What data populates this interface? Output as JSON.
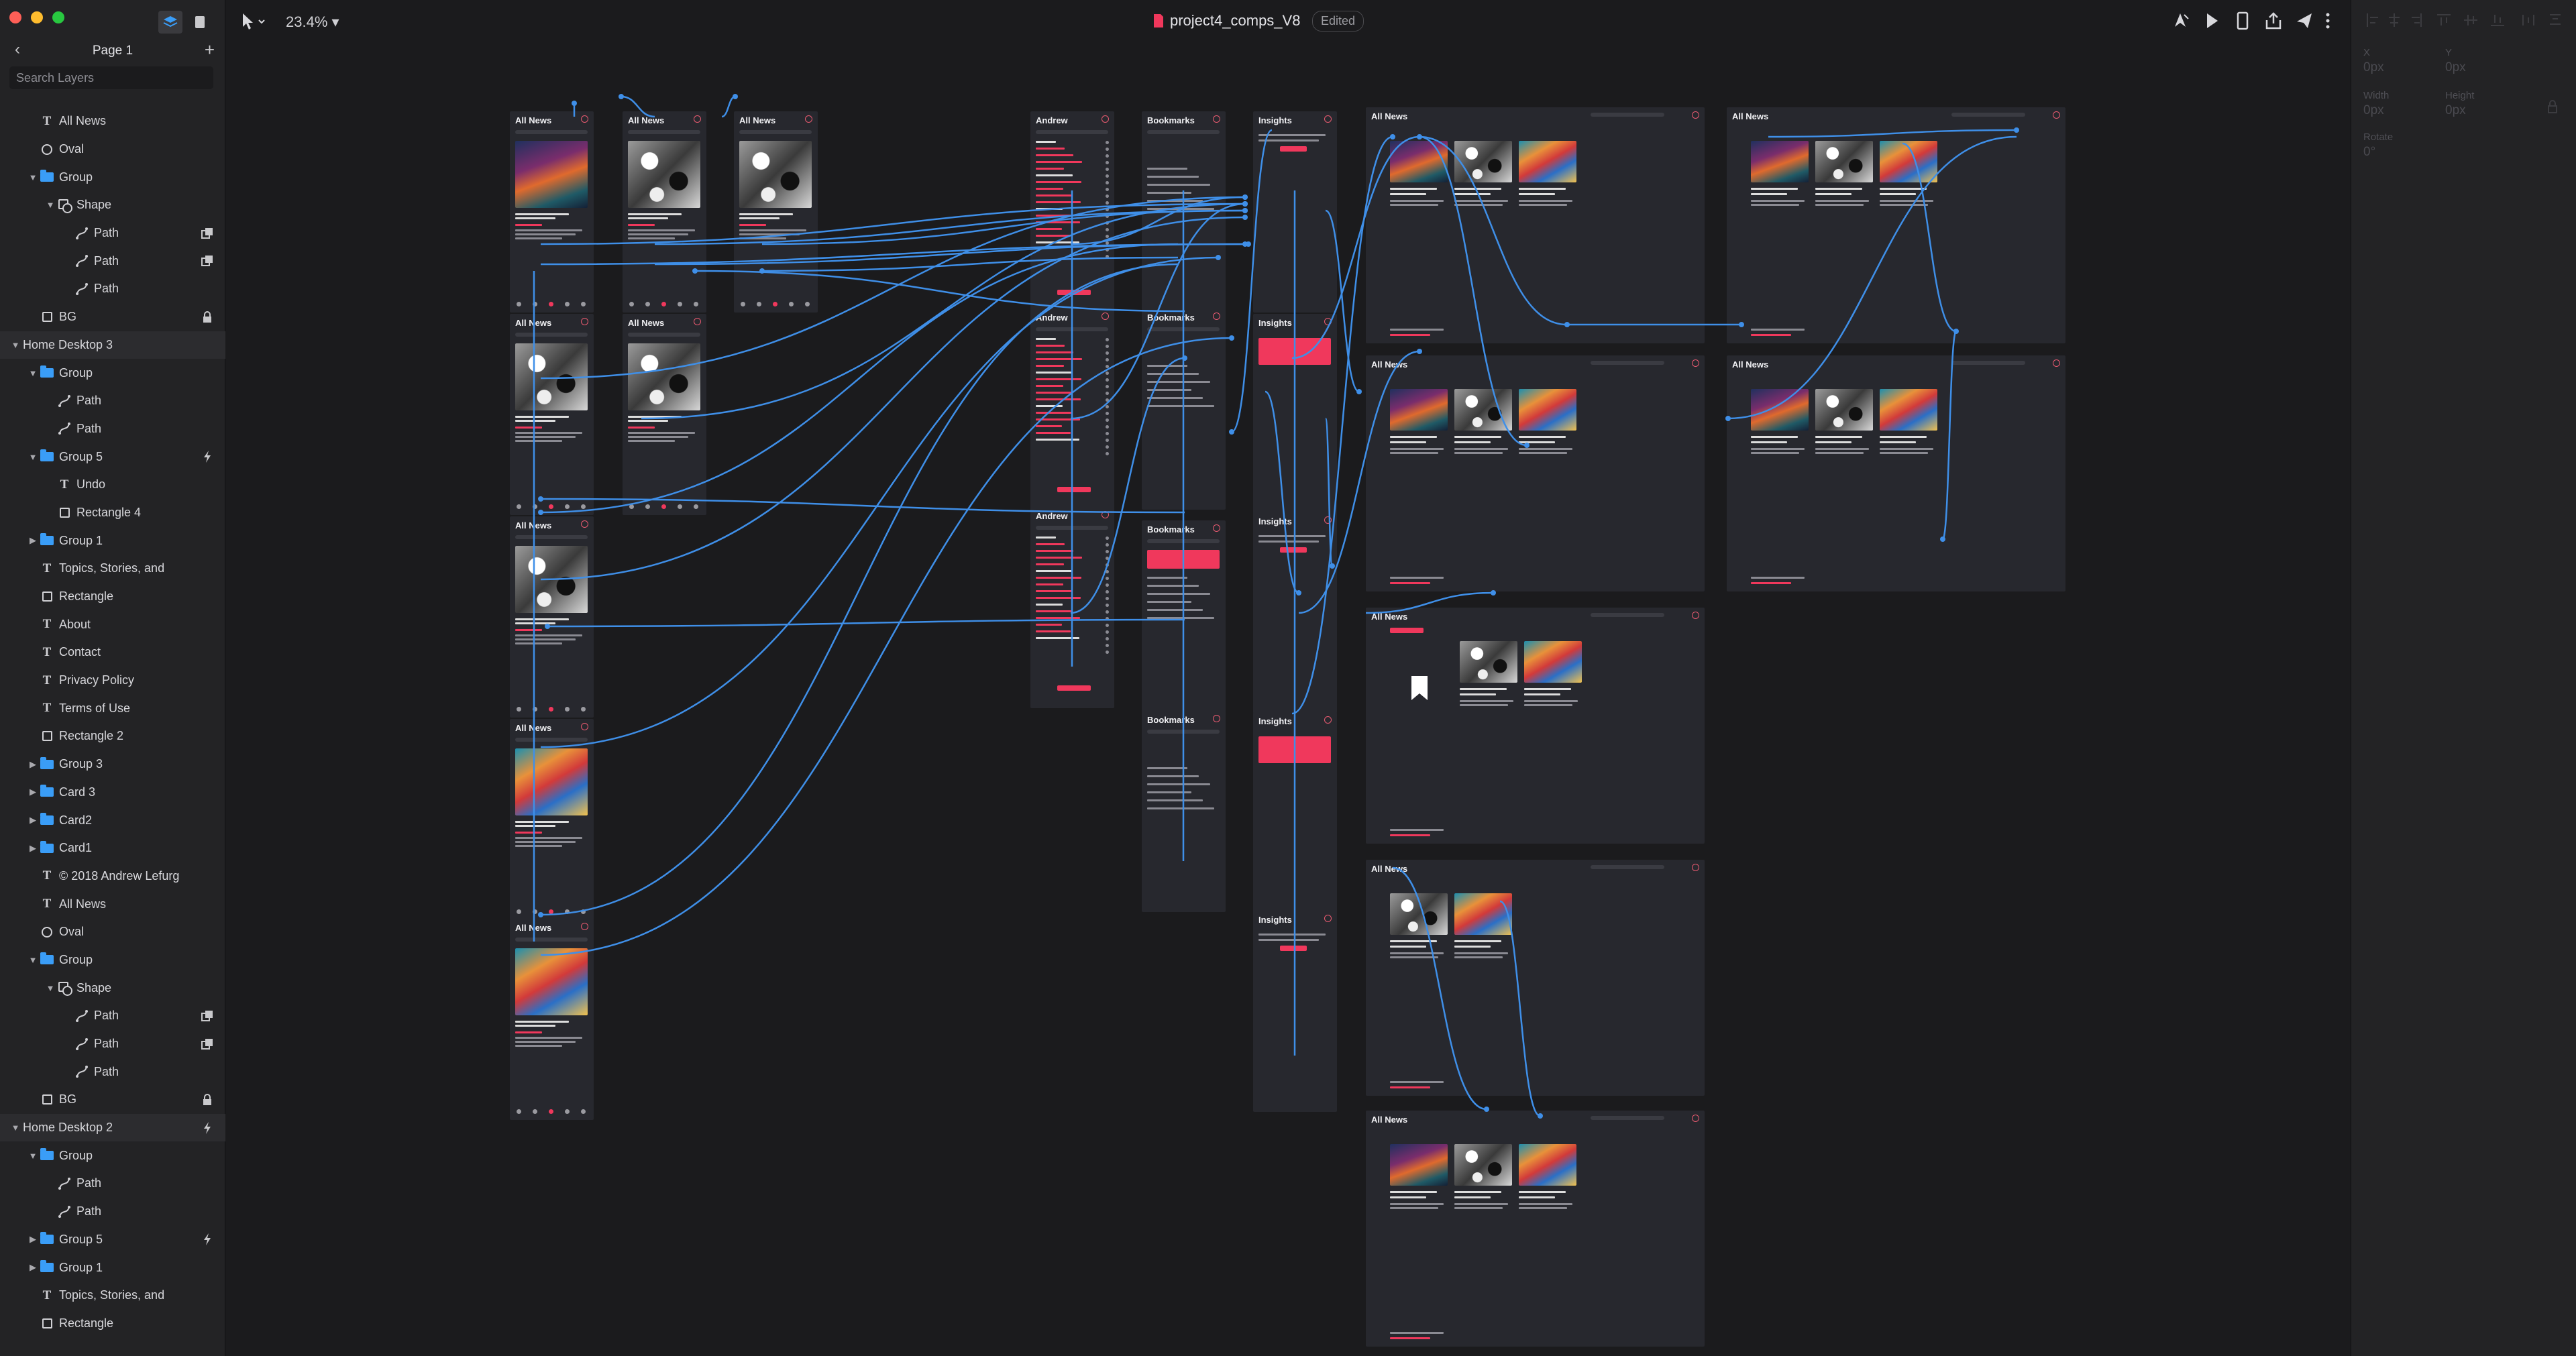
{
  "window": {
    "traffic_lights": [
      "#fe5f57",
      "#febc2e",
      "#28c840"
    ],
    "document_title": "project4_comps_V8",
    "status_badge": "Edited",
    "zoom": "23.4%"
  },
  "left_panel": {
    "page_name": "Page 1",
    "search_placeholder": "Search Layers",
    "layers": [
      {
        "label": "All News",
        "type": "text",
        "depth": 1
      },
      {
        "label": "Oval",
        "type": "oval",
        "depth": 1
      },
      {
        "label": "Group",
        "type": "group",
        "depth": 1,
        "expanded": true
      },
      {
        "label": "Shape",
        "type": "shape",
        "depth": 2,
        "expanded": true
      },
      {
        "label": "Path",
        "type": "path",
        "depth": 3,
        "mask": true
      },
      {
        "label": "Path",
        "type": "path",
        "depth": 3,
        "mask": true
      },
      {
        "label": "Path",
        "type": "path",
        "depth": 3
      },
      {
        "label": "BG",
        "type": "rect",
        "depth": 1,
        "locked": true
      },
      {
        "label": "Home Desktop 3",
        "type": "artboard",
        "depth": 0,
        "expanded": true
      },
      {
        "label": "Group",
        "type": "group",
        "depth": 1,
        "expanded": true
      },
      {
        "label": "Path",
        "type": "path",
        "depth": 2
      },
      {
        "label": "Path",
        "type": "path",
        "depth": 2
      },
      {
        "label": "Group 5",
        "type": "group",
        "depth": 1,
        "expanded": true,
        "interaction": true
      },
      {
        "label": "Undo",
        "type": "text",
        "depth": 2
      },
      {
        "label": "Rectangle 4",
        "type": "rect",
        "depth": 2
      },
      {
        "label": "Group 1",
        "type": "group",
        "depth": 1
      },
      {
        "label": "Topics, Stories, and",
        "type": "text",
        "depth": 1
      },
      {
        "label": "Rectangle",
        "type": "rect",
        "depth": 1
      },
      {
        "label": "About",
        "type": "text",
        "depth": 1
      },
      {
        "label": "Contact",
        "type": "text",
        "depth": 1
      },
      {
        "label": "Privacy Policy",
        "type": "text",
        "depth": 1
      },
      {
        "label": "Terms of Use",
        "type": "text",
        "depth": 1
      },
      {
        "label": "Rectangle 2",
        "type": "rect",
        "depth": 1
      },
      {
        "label": "Group 3",
        "type": "group",
        "depth": 1
      },
      {
        "label": "Card 3",
        "type": "group",
        "depth": 1
      },
      {
        "label": "Card2",
        "type": "group",
        "depth": 1
      },
      {
        "label": "Card1",
        "type": "group",
        "depth": 1
      },
      {
        "label": "© 2018 Andrew Lefurg",
        "type": "text",
        "depth": 1
      },
      {
        "label": "All News",
        "type": "text",
        "depth": 1
      },
      {
        "label": "Oval",
        "type": "oval",
        "depth": 1
      },
      {
        "label": "Group",
        "type": "group",
        "depth": 1,
        "expanded": true
      },
      {
        "label": "Shape",
        "type": "shape",
        "depth": 2,
        "expanded": true
      },
      {
        "label": "Path",
        "type": "path",
        "depth": 3,
        "mask": true
      },
      {
        "label": "Path",
        "type": "path",
        "depth": 3,
        "mask": true
      },
      {
        "label": "Path",
        "type": "path",
        "depth": 3
      },
      {
        "label": "BG",
        "type": "rect",
        "depth": 1,
        "locked": true
      },
      {
        "label": "Home Desktop 2",
        "type": "artboard",
        "depth": 0,
        "expanded": true,
        "interaction": true
      },
      {
        "label": "Group",
        "type": "group",
        "depth": 1,
        "expanded": true
      },
      {
        "label": "Path",
        "type": "path",
        "depth": 2
      },
      {
        "label": "Path",
        "type": "path",
        "depth": 2
      },
      {
        "label": "Group 5",
        "type": "group",
        "depth": 1,
        "interaction": true
      },
      {
        "label": "Group 1",
        "type": "group",
        "depth": 1
      },
      {
        "label": "Topics, Stories, and",
        "type": "text",
        "depth": 1
      },
      {
        "label": "Rectangle",
        "type": "rect",
        "depth": 1
      }
    ]
  },
  "inspector": {
    "x_label": "X",
    "x_value": "0px",
    "y_label": "Y",
    "y_value": "0px",
    "width_label": "Width",
    "width_value": "0px",
    "height_label": "Height",
    "height_value": "0px",
    "rotate_label": "Rotate",
    "rotate_value": "0°"
  },
  "canvas": {
    "artboards": [
      {
        "title": "All News",
        "kind": "mobile",
        "img": "city"
      },
      {
        "title": "All News",
        "kind": "mobile",
        "img": "bw"
      },
      {
        "title": "All News",
        "kind": "mobile",
        "img": "bw"
      },
      {
        "title": "All News",
        "kind": "mobile",
        "img": "bw"
      },
      {
        "title": "All News",
        "kind": "mobile",
        "img": "bw"
      },
      {
        "title": "All News",
        "kind": "mobile",
        "img": "bw"
      },
      {
        "title": "All News",
        "kind": "mobile",
        "img": "art"
      },
      {
        "title": "All News",
        "kind": "mobile",
        "img": "art"
      },
      {
        "title": "Andrew",
        "kind": "menu"
      },
      {
        "title": "Andrew",
        "kind": "menu"
      },
      {
        "title": "Andrew",
        "kind": "menu"
      },
      {
        "title": "Bookmarks",
        "kind": "list"
      },
      {
        "title": "Bookmarks",
        "kind": "list"
      },
      {
        "title": "Bookmarks",
        "kind": "list-pink"
      },
      {
        "title": "Bookmarks",
        "kind": "list"
      },
      {
        "title": "Insights",
        "kind": "insight"
      },
      {
        "title": "Insights",
        "kind": "insight-pink"
      },
      {
        "title": "Insights",
        "kind": "insight"
      },
      {
        "title": "Insights",
        "kind": "insight-pink"
      },
      {
        "title": "Insights",
        "kind": "insight"
      },
      {
        "title": "All News",
        "kind": "desktop",
        "cards": 3
      },
      {
        "title": "All News",
        "kind": "desktop",
        "cards": 3
      },
      {
        "title": "All News",
        "kind": "desktop",
        "cards": 3
      },
      {
        "title": "All News",
        "kind": "desktop",
        "cards": 3
      },
      {
        "title": "All News",
        "kind": "desktop-bookmark",
        "cards": 2
      },
      {
        "title": "All News",
        "kind": "desktop",
        "cards": 2
      },
      {
        "title": "All News",
        "kind": "desktop",
        "cards": 3
      }
    ]
  }
}
